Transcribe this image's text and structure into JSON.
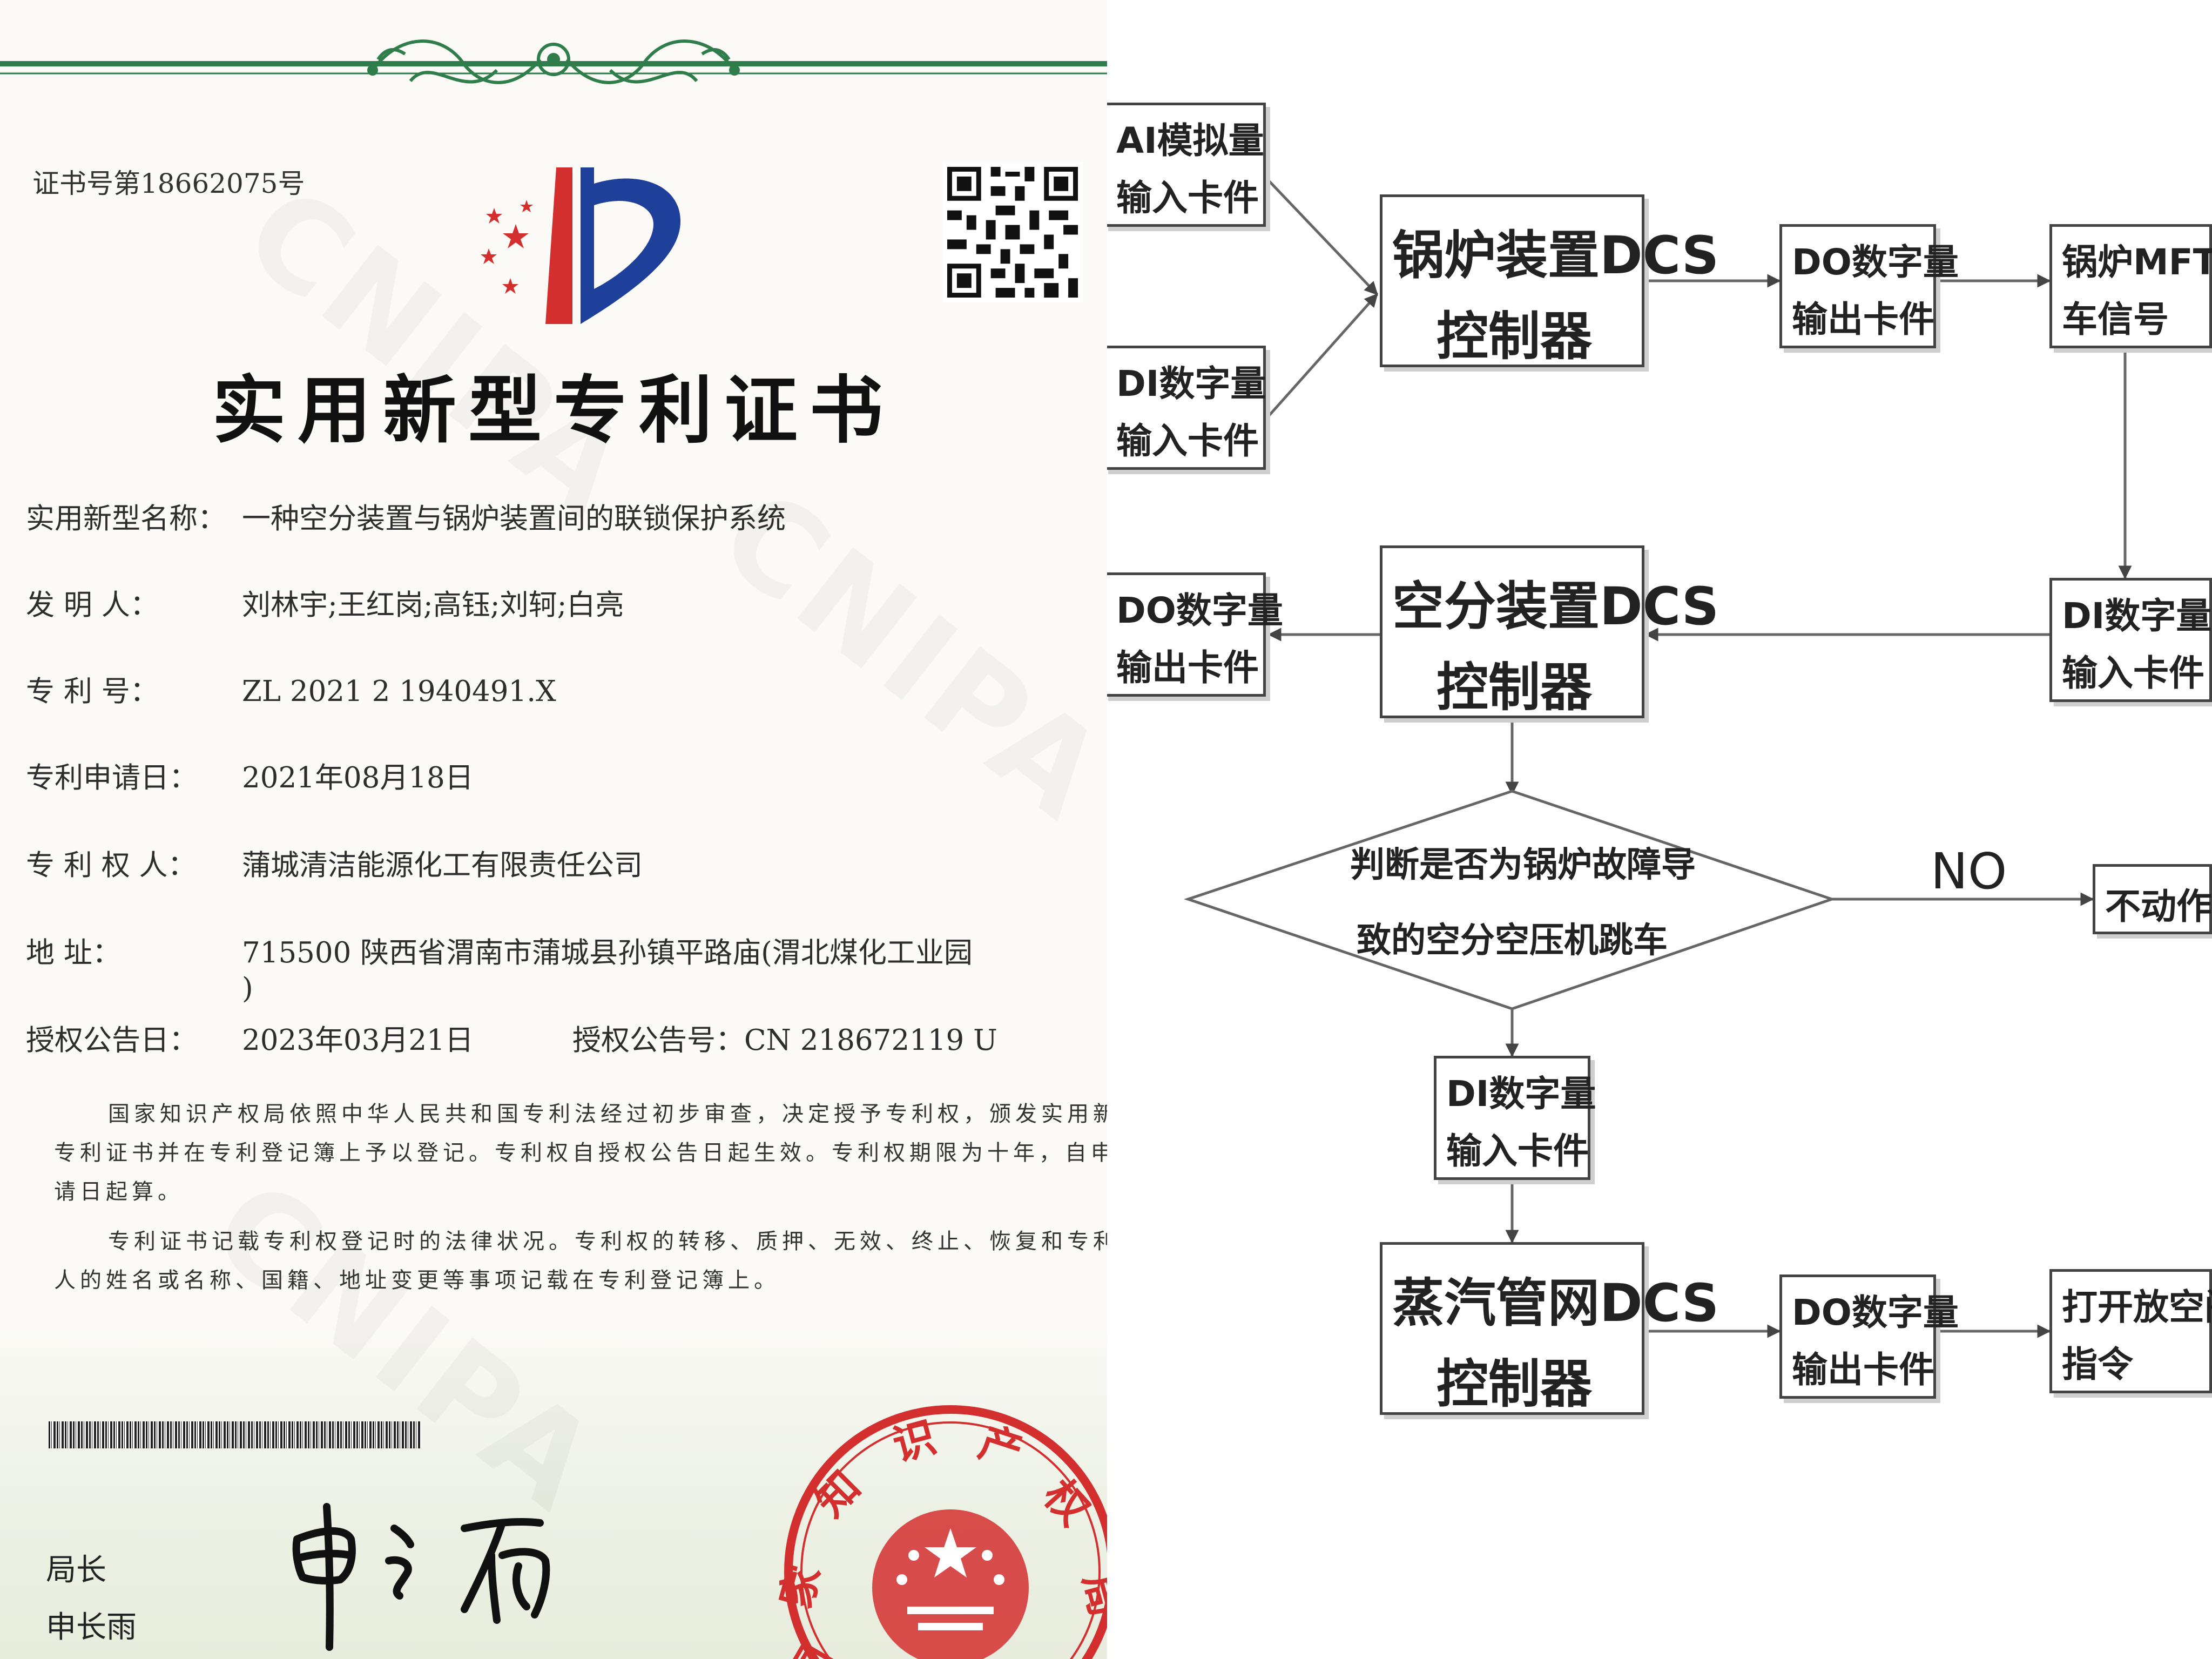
{
  "certificate": {
    "cert_no": "证书号第18662075号",
    "title": "实用新型专利证书",
    "watermark": "CNIPA",
    "fields": {
      "name": {
        "label": "实用新型名称：",
        "value": "一种空分装置与锅炉装置间的联锁保护系统"
      },
      "inventor": {
        "label": "发 明 人：",
        "value": "刘林宇;王红岗;高钰;刘轲;白亮"
      },
      "patent_no": {
        "label": "专 利 号：",
        "value": "ZL 2021 2 1940491.X"
      },
      "filing_date": {
        "label": "专利申请日：",
        "value": "2021年08月18日"
      },
      "patentee": {
        "label": "专 利 权 人：",
        "value": "蒲城清洁能源化工有限责任公司"
      },
      "address": {
        "label": "地 址：",
        "value": "715500 陕西省渭南市蒲城县孙镇平路庙(渭北煤化工业园",
        "value2": ")"
      },
      "grant_date": {
        "label": "授权公告日：",
        "value": "2023年03月21日"
      },
      "grant_no": {
        "label": "授权公告号：",
        "value": "CN 218672119 U"
      }
    },
    "paragraph1": [
      "国家知识产权局依照中华人民共和国专利法经过初步审查，决定授予专利权，颁发实用新型",
      "专利证书并在专利登记簿上予以登记。专利权自授权公告日起生效。专利权期限为十年，自申",
      "请日起算。"
    ],
    "paragraph2": [
      "专利证书记载专利权登记时的法律状况。专利权的转移、质押、无效、终止、恢复和专利权",
      "人的姓名或名称、国籍、地址变更等事项记载在专利登记簿上。"
    ],
    "director_title": "局长",
    "director_name": "申长雨",
    "seal_text": "国家知识产权局",
    "colors": {
      "ornament": "#2e7d4a",
      "seal": "#d32f2f",
      "logo_blue": "#1e3f9a"
    }
  },
  "flowchart": {
    "ai_input": [
      "AI模拟量",
      "输入卡件"
    ],
    "di_input_1": [
      "DI数字量",
      "输入卡件"
    ],
    "boiler_dcs": [
      "锅炉装置DCS",
      "控制器"
    ],
    "do_output_1": [
      "DO数字量",
      "输出卡件"
    ],
    "mft": [
      "锅炉MFT停",
      "车信号"
    ],
    "do_output_2": [
      "DO数字量",
      "输出卡件"
    ],
    "air_dcs": [
      "空分装置DCS",
      "控制器"
    ],
    "di_input_2": [
      "DI数字量",
      "输入卡件"
    ],
    "decision": [
      "判断是否为锅炉故障导",
      "致的空分空压机跳车"
    ],
    "no_label": "NO",
    "no_action": "不动作",
    "di_input_3": [
      "DI数字量",
      "输入卡件"
    ],
    "steam_dcs": [
      "蒸汽管网DCS",
      "控制器"
    ],
    "do_output_3": [
      "DO数字量",
      "输出卡件"
    ],
    "vent": [
      "打开放空阀",
      "指令"
    ]
  }
}
